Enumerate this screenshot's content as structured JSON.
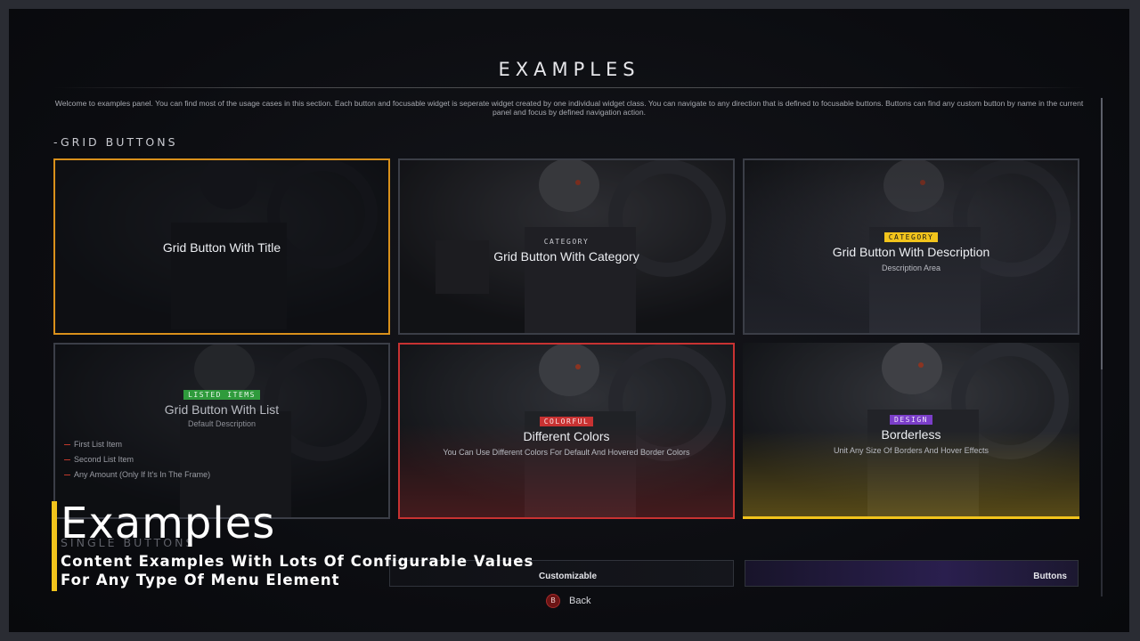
{
  "panel": {
    "title": "EXAMPLES",
    "intro": "Welcome to examples panel. You can find most of the usage cases in this section. Each button and focusable widget is seperate widget created by one individual widget class. You can navigate to any direction that is defined to focusable buttons. Buttons can find any custom button by name in the current panel and focus by defined navigation action."
  },
  "grid": {
    "section_label": "-GRID BUTTONS",
    "cards": [
      {
        "title": "Grid Button With Title"
      },
      {
        "category": "CATEGORY",
        "title": "Grid Button With Category"
      },
      {
        "category": "CATEGORY",
        "title": "Grid Button With Description",
        "description": "Description Area"
      },
      {
        "category": "LISTED ITEMS",
        "title": "Grid Button With List",
        "description": "Default Description",
        "list": [
          "First List Item",
          "Second List Item",
          "Any Amount (Only If It's In The Frame)"
        ]
      },
      {
        "category": "COLORFUL",
        "title": "Different Colors",
        "description": "You Can Use Different Colors For Default And Hovered Border Colors"
      },
      {
        "category": "DESIGN",
        "title": "Borderless",
        "description": "Unit Any Size Of Borders And Hover Effects"
      }
    ]
  },
  "single": {
    "section_label": "SINGLE BUTTONS",
    "buttons": [
      "Customizable",
      "Buttons"
    ]
  },
  "footer": {
    "back_key": "B",
    "back_label": "Back"
  },
  "overlay": {
    "title": "Examples",
    "subtitle_line1": "Content Examples With Lots Of Configurable Values",
    "subtitle_line2": "For Any Type Of Menu Element"
  },
  "colors": {
    "focus_border": "#d9901b",
    "colorful_border": "#c83232",
    "accent_yellow": "#f2c41c",
    "badge_green": "#2f9b3c",
    "badge_red": "#c83232",
    "badge_purple": "#7b3ec9"
  }
}
